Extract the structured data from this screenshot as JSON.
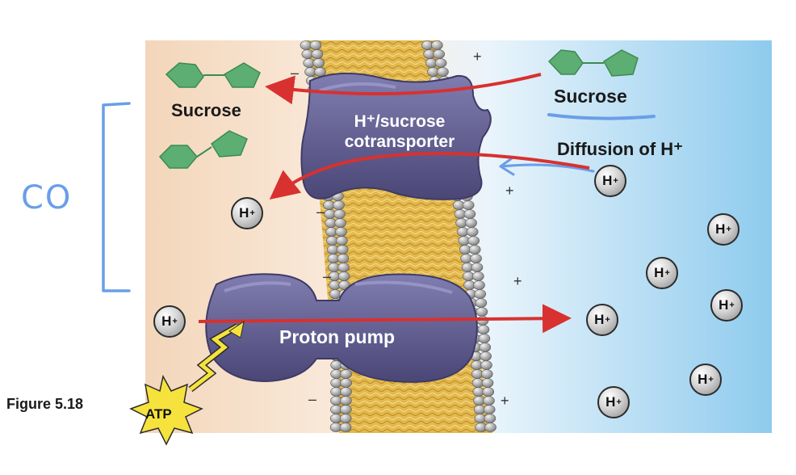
{
  "labels": {
    "sucrose_left": "Sucrose",
    "sucrose_right": "Sucrose",
    "cotransporter_line1": "H⁺/sucrose",
    "cotransporter_line2": "cotransporter",
    "diffusion": "Diffusion of H⁺",
    "proton_pump": "Proton pump",
    "figure": "Figure 5.18",
    "atp": "ATP",
    "handwritten_note": "CO"
  },
  "ion": {
    "symbol": "H",
    "charge": "+"
  },
  "charges": {
    "positive": "+",
    "negative": "–"
  },
  "colors": {
    "inside": "#f6dcc0",
    "outside": "#9fd0ef",
    "protein": "#5a5788",
    "arrow": "#d8312f",
    "sucrose": "#5cae73",
    "lipid_tail": "#e8c15a",
    "handwriting": "#6a9ee8"
  }
}
